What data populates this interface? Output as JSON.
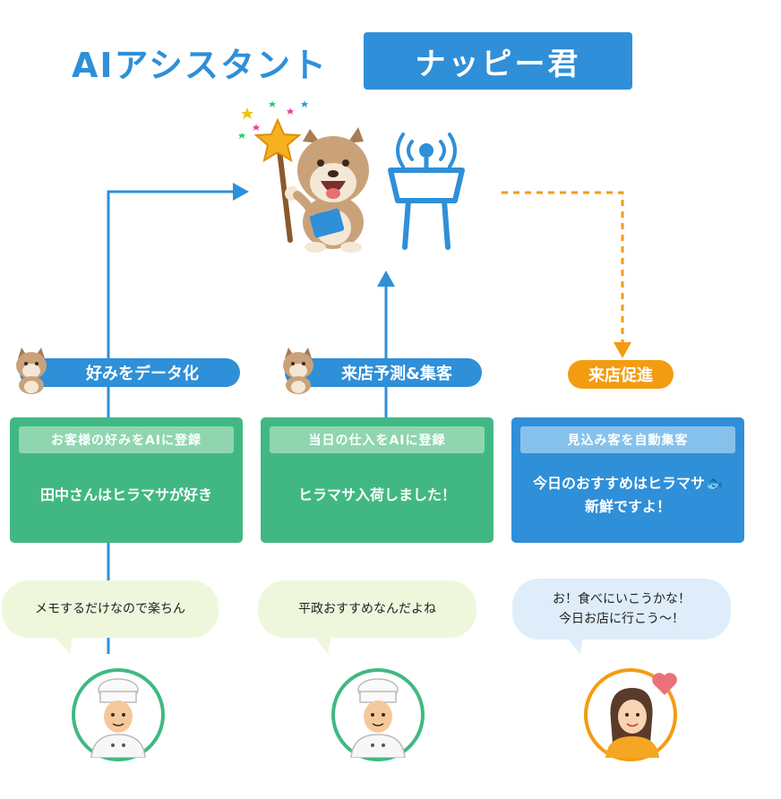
{
  "header": {
    "title": "AIアシスタント",
    "name": "ナッピー君"
  },
  "steps": [
    {
      "label": "好みをデータ化",
      "card_title": "お客様の好みをAIに登録",
      "card_text": "田中さんはヒラマサが好き",
      "bubble": "メモするだけなので楽ちん"
    },
    {
      "label": "来店予測&集客",
      "card_title": "当日の仕入をAIに登録",
      "card_text": "ヒラマサ入荷しました！",
      "bubble": "平政おすすめなんだよね"
    },
    {
      "label": "来店促進",
      "card_title": "見込み客を自動集客",
      "card_text": "今日のおすすめはヒラマサ🐟\n新鮮ですよ！",
      "bubble": "お！食べにいこうかな！\n今日お店に行こう～！"
    }
  ],
  "colors": {
    "blue": "#2f8fd8",
    "green": "#41b883",
    "orange": "#f39c12"
  },
  "icons": [
    "mascot-dog-icon",
    "magic-wand-icon",
    "antenna-tower-icon",
    "chef-avatar-icon",
    "customer-avatar-icon",
    "heart-icon"
  ]
}
